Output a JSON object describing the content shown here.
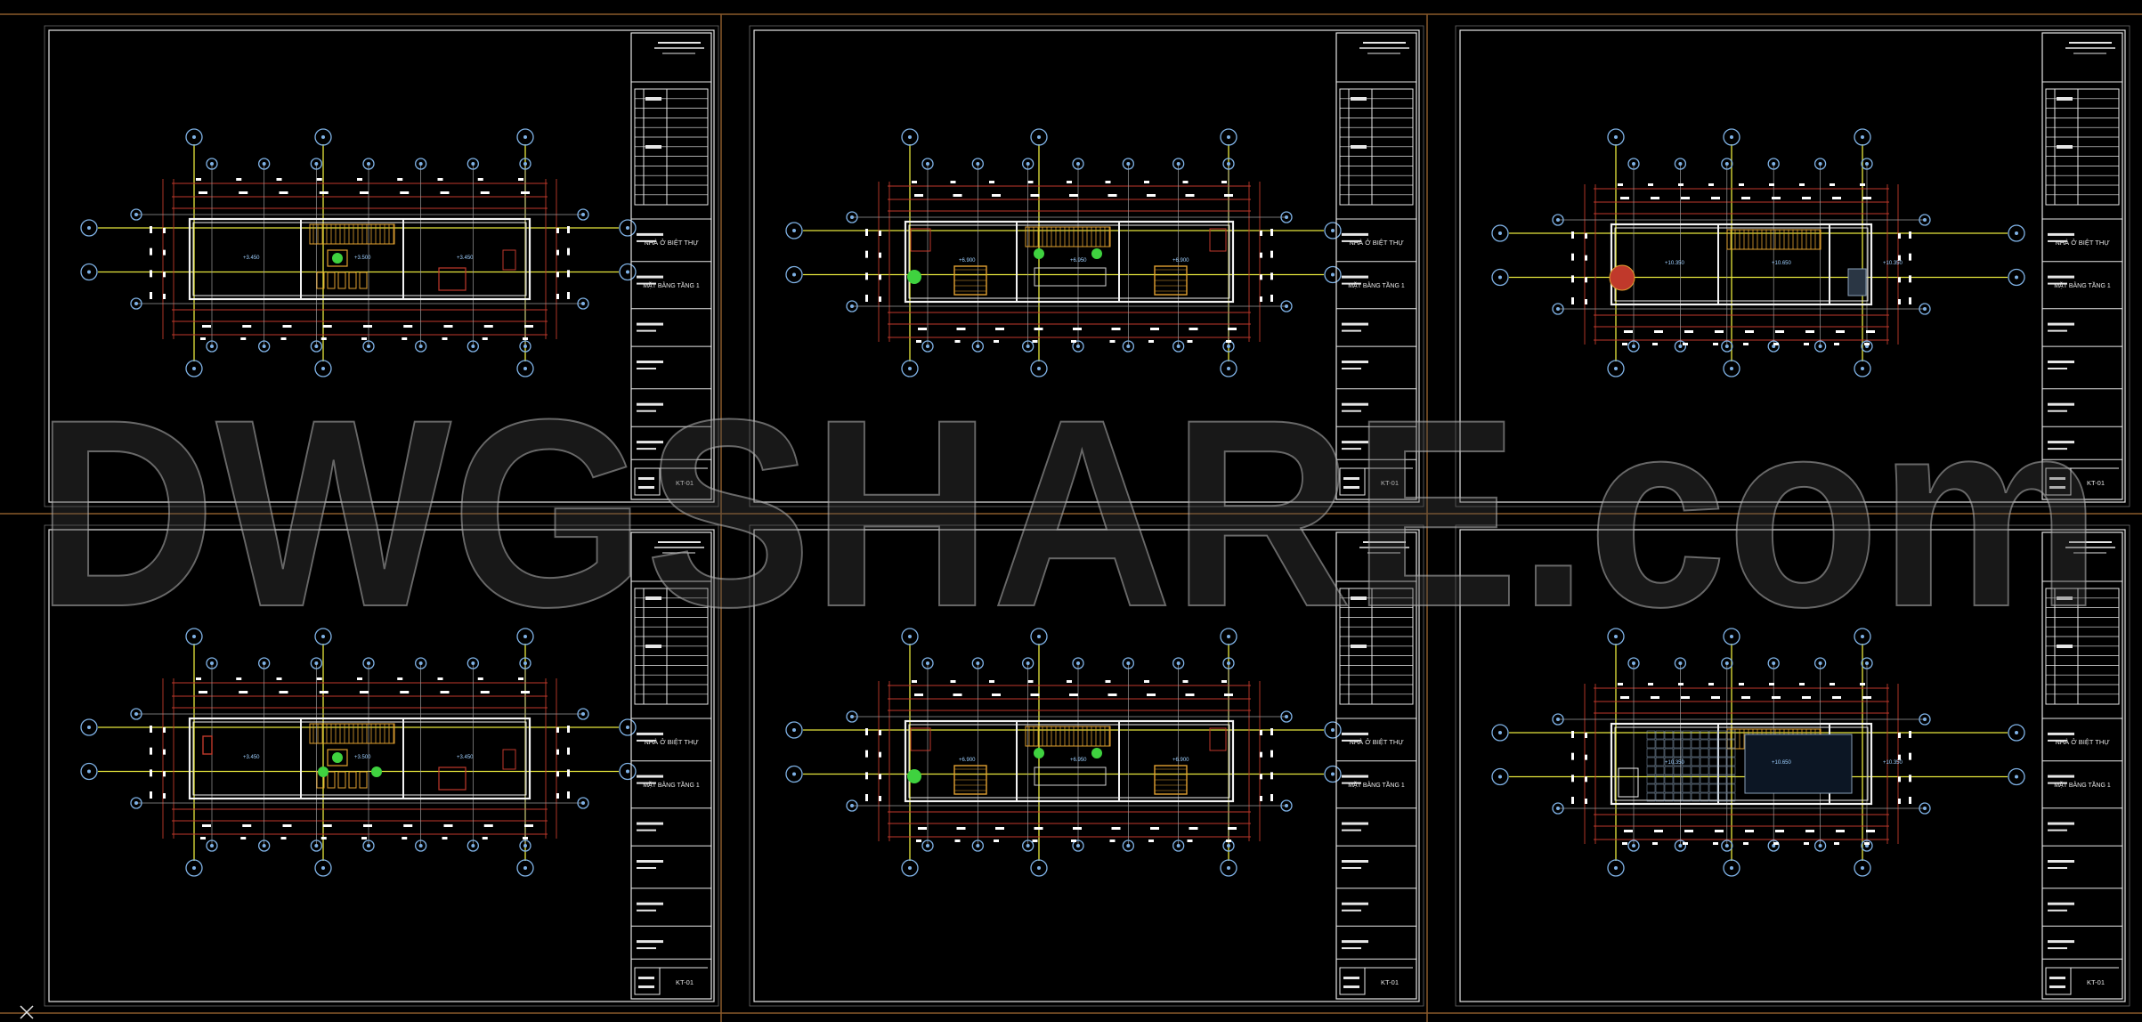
{
  "watermark": {
    "text": "DWGSHARE.com"
  },
  "sheets": [
    {
      "variant": 1,
      "project_label": "NHÀ Ở BIỆT THỰ",
      "drawing_label": "MẶT BẰNG TẦNG 1",
      "sheet_code": "KT-01"
    },
    {
      "variant": 2,
      "project_label": "NHÀ Ở BIỆT THỰ",
      "drawing_label": "MẶT BẰNG TẦNG 1",
      "sheet_code": "KT-01"
    },
    {
      "variant": 3,
      "project_label": "NHÀ Ở BIỆT THỰ",
      "drawing_label": "MẶT BẰNG TẦNG 1",
      "sheet_code": "KT-01"
    },
    {
      "variant": 4,
      "project_label": "NHÀ Ở BIỆT THỰ",
      "drawing_label": "MẶT BẰNG TẦNG 1",
      "sheet_code": "KT-01"
    },
    {
      "variant": 5,
      "project_label": "NHÀ Ở BIỆT THỰ",
      "drawing_label": "MẶT BẰNG TẦNG 1",
      "sheet_code": "KT-01"
    },
    {
      "variant": 6,
      "project_label": "NHÀ Ở BIỆT THỰ",
      "drawing_label": "MẶT BẰNG TẦNG 1",
      "sheet_code": "KT-01"
    }
  ],
  "colors": {
    "background": "#000000",
    "layout_border": "#8a5a2a",
    "sheet_border": "#e6e6e6",
    "grid_line": "#e6e63c",
    "dimension": "#c0392b",
    "wall": "#f2f2f2",
    "furniture_stair": "#e0a030",
    "plant": "#3fd23f",
    "grid_bubble": "#7fb2e6",
    "tiles": "#8aa0b8",
    "watermark": "#b4b4b4"
  },
  "icons": {
    "ucs": "ucs-axis-icon"
  }
}
